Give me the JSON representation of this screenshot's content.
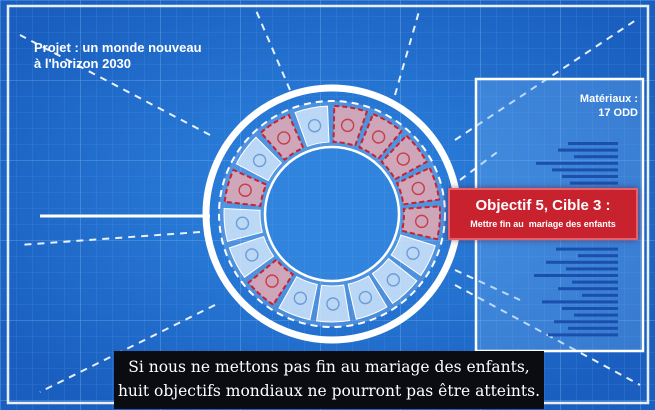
{
  "video_frame": {
    "project_title": {
      "line1": "Projet : un monde nouveau",
      "line2": "à l'horizon 2030"
    },
    "materials_panel": {
      "label": "Matériaux :",
      "count": "17 ODD"
    },
    "objective_card": {
      "title": "Objectif 5, Cible 3 :",
      "subtitle": "Mettre fin au  mariage des enfants"
    },
    "subtitles": {
      "line1": "Si nous ne mettons pas fin au mariage des enfants,",
      "line2": "huit objectifs mondiaux ne pourront pas être atteints."
    },
    "sdg_wheel": {
      "total_segments": 17,
      "highlighted_segments": 8,
      "segment_icons": [
        "no-poverty-icon",
        "zero-hunger-icon",
        "health-icon",
        "education-icon",
        "gender-equality-icon",
        "water-icon",
        "energy-icon",
        "work-icon",
        "industry-icon",
        "inequality-icon",
        "cities-icon",
        "consumption-icon",
        "climate-icon",
        "ocean-icon",
        "land-icon",
        "peace-icon",
        "partnership-icon"
      ]
    },
    "colors": {
      "blueprint_background": "#1f6fd2",
      "grid_line": "#5fa2ea",
      "highlight_red": "#c8222f",
      "subtitle_background": "#0b0b12"
    }
  }
}
